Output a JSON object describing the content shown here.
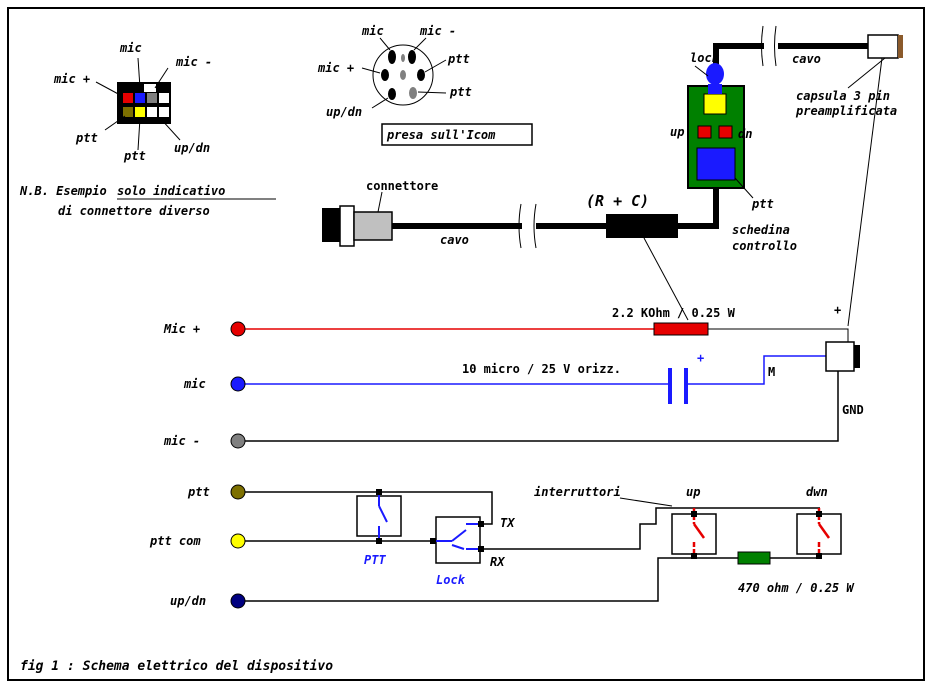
{
  "labels": {
    "conn_mic": "mic",
    "conn_mic_minus": "mic -",
    "conn_mic_plus": "mic +",
    "conn_ptt_left": "ptt",
    "conn_ptt_bottom": "ptt",
    "conn_updn": "up/dn",
    "note_prefix": "N.B. Esempio",
    "note_underlined": "solo indicativo",
    "note_line2": "di connettore diverso",
    "din_mic": "mic",
    "din_mic_minus": "mic -",
    "din_mic_plus": "mic +",
    "din_ptt1": "ptt",
    "din_ptt2": "ptt",
    "din_updn": "up/dn",
    "presa": "presa sull'Icom",
    "lock_top": "lock",
    "cavo_top": "cavo",
    "capsula_l1": "capsula 3 pin",
    "capsula_l2": "preamplificata",
    "up_board": "up",
    "dn_board": "dn",
    "ptt_board": "ptt",
    "schedina_l1": "schedina",
    "schedina_l2": "controllo",
    "connettore": "connettore",
    "cavo_bottom": "cavo",
    "rc": "(R + C)",
    "resistor": "2.2 KOhm / 0.25 W",
    "capacitor": "10 micro / 25 V orizz.",
    "cap_plus": "+",
    "mic_plus_side": "+",
    "m_label": "M",
    "gnd": "GND",
    "row_mic_plus": "Mic +",
    "row_mic": "mic",
    "row_mic_minus": "mic -",
    "row_ptt": "ptt",
    "row_ptt_com": "ptt com",
    "row_updn": "up/dn",
    "interruttori": "interruttori",
    "sw_up": "up",
    "sw_dwn": "dwn",
    "ptt_switch": "PTT",
    "lock_switch": "Lock",
    "tx": "TX",
    "rx": "RX",
    "resistor2": "470 ohm / 0.25 W",
    "caption": "fig 1 : Schema elettrico del dispositivo"
  },
  "colors": {
    "red": "#e60000",
    "blue": "#1a1aff",
    "gray": "#808080",
    "olive": "#7d7000",
    "yellow": "#ffff00",
    "navy": "#000080",
    "green": "#008000"
  }
}
